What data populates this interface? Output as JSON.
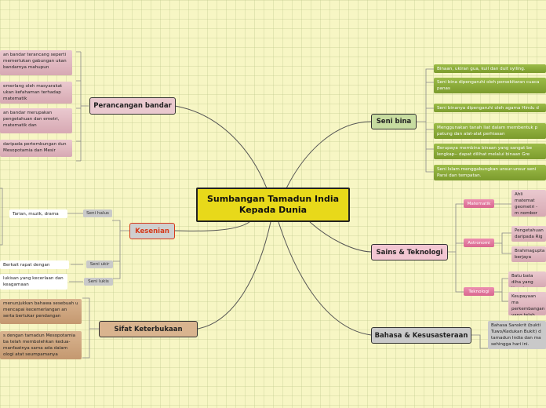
{
  "central": {
    "title": "Sumbangan Tamadun India Kepada Dunia"
  },
  "branches": {
    "perancangan": {
      "label": "Perancangan bandar",
      "items": [
        "an bandar terancang seperti memerlukan gabungan ukan bandarnya mahupun",
        "emerlang oleh masyarakat ukan kefahaman terhadap matematik",
        "an bandar merupakan pengetahuan dan emetri, matematik dan",
        "daripada pertembungan dun Mesopotamia dan Mesir"
      ]
    },
    "kesenian": {
      "label": "Kesenian",
      "sub": [
        {
          "tag": "Seni halus",
          "text": "Tarian, muzik, drama"
        },
        {
          "tag": "Seni ukir",
          "text": "Berkait rapat dengan agama"
        },
        {
          "tag": "Seni lukis",
          "text": "lukisan yang kecerlaan dan keagamaan"
        }
      ]
    },
    "keterbukaan": {
      "label": "Sifat Keterbukaan",
      "items": [
        "menunjukkan bahawa sesebuah u mencapai kecemerlangan an serta bertukar pendangan",
        "s dengan tamadun Mesopotamia ba telah membolehkan kedua-manfaatnya sama ada dalam ologi atat seumpamanya"
      ]
    },
    "seni_bina": {
      "label": "Seni bina",
      "items": [
        "Binaan, ukiran gua, kuil dan duit syiling.",
        "Seni bina dipengaruhi oleh persekitaran cuaca panas",
        "Seni binanya dipengaruhi oleh agama Hindu d",
        "Menggunakan tanah liat dalam membentuk p patung dan alat-alat perhiasan",
        "Berupaya membina binaan yang sangat be lengkap-- dapat dilihat melalui binaan Gre",
        "Seni Islam menggabungkan unsur-unsur seni Parsi dan tempatan."
      ]
    },
    "sains": {
      "label": "Sains & Teknologi",
      "sub": [
        {
          "tag": "Matematik",
          "items": [
            "Ahli matemat geometri - m nombor (angk mencecah ke"
          ]
        },
        {
          "tag": "Astronomi",
          "items": [
            "Pengetahuan daripada Rig",
            "Brahmagupta berjaya meng"
          ]
        },
        {
          "tag": "Teknologi",
          "items": [
            "Batu bata diha yang tinggi",
            "Keupayaan ma perkembangan yang telah dig"
          ]
        }
      ]
    },
    "bahasa": {
      "label": "Bahasa & Kesusasteraan",
      "items": [
        "Bahasa Sanskrit (bukti Tuwo/Kedukan Bukit) d tamadun India dan ma sehingga hari ini."
      ]
    }
  },
  "colors": {
    "central": "#e8d91a",
    "perancangan": "#eac9cf",
    "kesenian": "#cfcfcf",
    "keterbukaan": "#d9b48f",
    "seni_bina": "#c7dca0",
    "sains": "#f2c6d2",
    "bahasa": "#c9c9c9",
    "kesenian_text": "#d63a1a"
  }
}
